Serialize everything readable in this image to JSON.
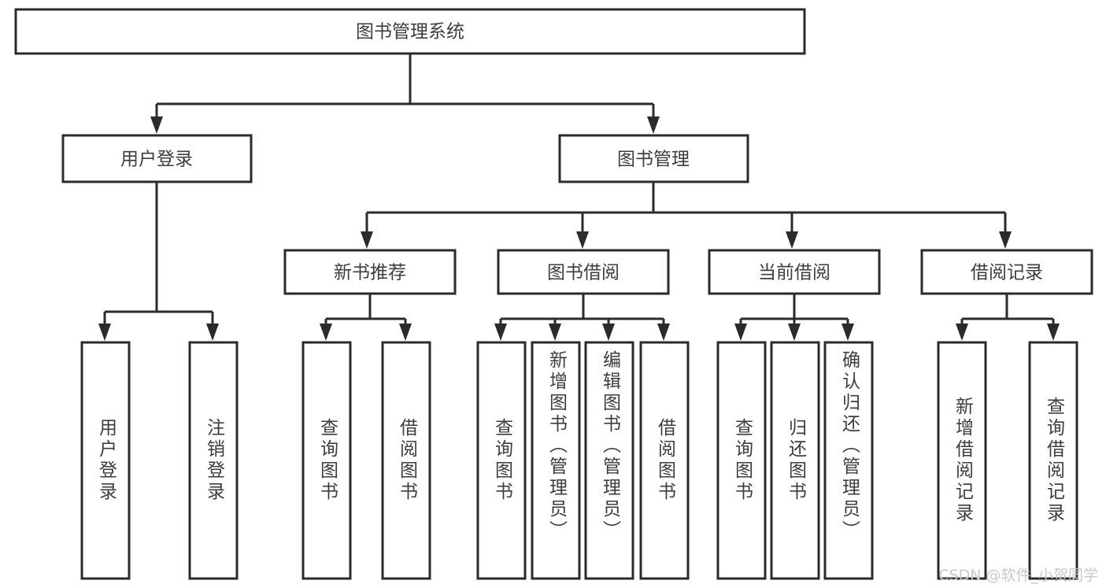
{
  "diagram": {
    "title": "图书管理系统",
    "type": "hierarchy-tree",
    "orientation": "top-down",
    "colors": {
      "box_stroke": "#2b2b2b",
      "box_fill": "#ffffff",
      "text": "#3d3d3d",
      "connector": "#2b2b2b",
      "background": "#ffffff",
      "watermark": "#c9c9c9"
    },
    "root": {
      "label": "图书管理系统"
    },
    "level2": [
      {
        "label": "用户登录"
      },
      {
        "label": "图书管理"
      }
    ],
    "level3": [
      {
        "label": "新书推荐"
      },
      {
        "label": "图书借阅"
      },
      {
        "label": "当前借阅"
      },
      {
        "label": "借阅记录"
      }
    ],
    "leaves": {
      "user_login": [
        {
          "label": "用户登录"
        },
        {
          "label": "注销登录"
        }
      ],
      "new_book_recommend": [
        {
          "label": "查询图书"
        },
        {
          "label": "借阅图书"
        }
      ],
      "book_borrow": [
        {
          "label": "查询图书"
        },
        {
          "label": "新增图书（管理员）"
        },
        {
          "label": "编辑图书（管理员）"
        },
        {
          "label": "借阅图书"
        }
      ],
      "current_borrow": [
        {
          "label": "查询图书"
        },
        {
          "label": "归还图书"
        },
        {
          "label": "确认归还（管理员）"
        }
      ],
      "borrow_record": [
        {
          "label": "新增借阅记录"
        },
        {
          "label": "查询借阅记录"
        }
      ]
    },
    "watermark": "CSDN @软件_小贺同学"
  }
}
